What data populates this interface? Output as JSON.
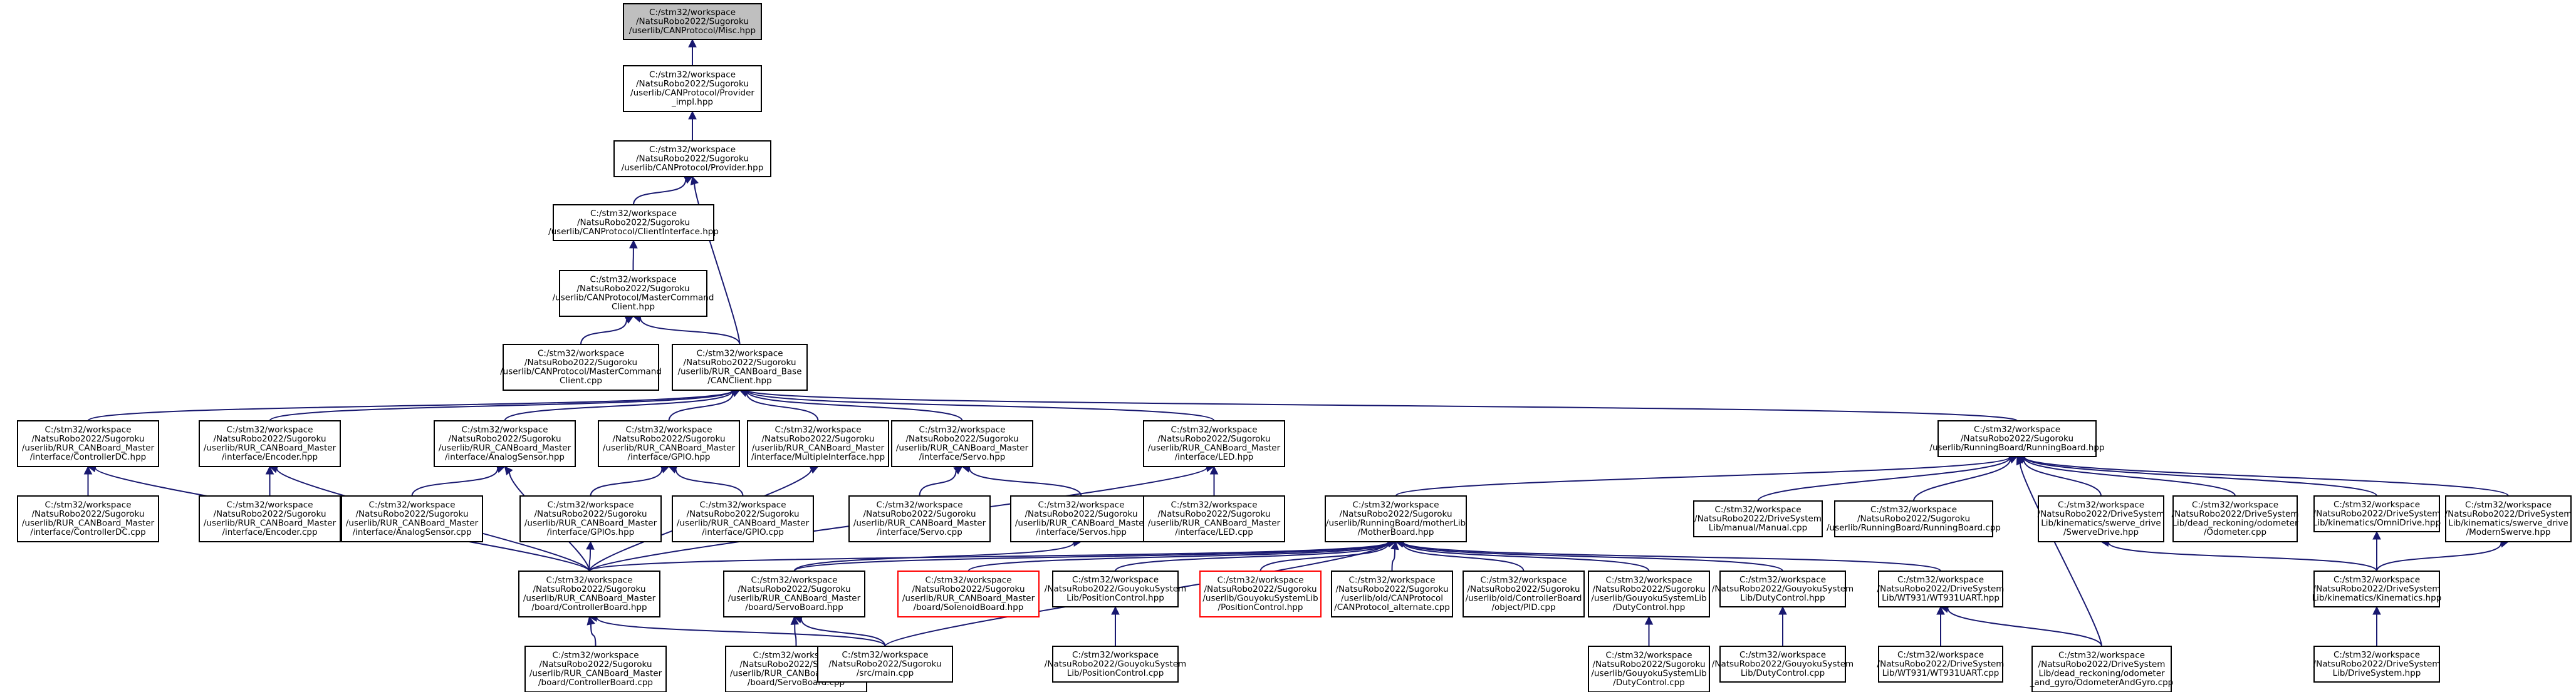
{
  "colors": {
    "edge": "#191970",
    "border_normal": "#000000",
    "border_missing": "#ff0000",
    "fill_root": "#bfbfbf",
    "fill_normal": "#ffffff"
  },
  "nodes": [
    {
      "id": "misc",
      "style": "root",
      "lines": [
        "C:/stm32/workspace",
        "/NatsuRobo2022/Sugoroku",
        "/userlib/CANProtocol/Misc.hpp"
      ]
    },
    {
      "id": "provider_impl",
      "style": "normal",
      "lines": [
        "C:/stm32/workspace",
        "/NatsuRobo2022/Sugoroku",
        "/userlib/CANProtocol/Provider",
        "_impl.hpp"
      ]
    },
    {
      "id": "provider",
      "style": "normal",
      "lines": [
        "C:/stm32/workspace",
        "/NatsuRobo2022/Sugoroku",
        "/userlib/CANProtocol/Provider.hpp"
      ]
    },
    {
      "id": "clientinterface",
      "style": "normal",
      "lines": [
        "C:/stm32/workspace",
        "/NatsuRobo2022/Sugoroku",
        "/userlib/CANProtocol/ClientInterface.hpp"
      ]
    },
    {
      "id": "mastercmd_hpp",
      "style": "normal",
      "lines": [
        "C:/stm32/workspace",
        "/NatsuRobo2022/Sugoroku",
        "/userlib/CANProtocol/MasterCommand",
        "Client.hpp"
      ]
    },
    {
      "id": "mastercmd_cpp",
      "style": "normal",
      "lines": [
        "C:/stm32/workspace",
        "/NatsuRobo2022/Sugoroku",
        "/userlib/CANProtocol/MasterCommand",
        "Client.cpp"
      ]
    },
    {
      "id": "canclient",
      "style": "normal",
      "lines": [
        "C:/stm32/workspace",
        "/NatsuRobo2022/Sugoroku",
        "/userlib/RUR_CANBoard_Base",
        "/CANClient.hpp"
      ]
    },
    {
      "id": "controllerdc_hpp",
      "style": "normal",
      "lines": [
        "C:/stm32/workspace",
        "/NatsuRobo2022/Sugoroku",
        "/userlib/RUR_CANBoard_Master",
        "/interface/ControllerDC.hpp"
      ]
    },
    {
      "id": "encoder_hpp",
      "style": "normal",
      "lines": [
        "C:/stm32/workspace",
        "/NatsuRobo2022/Sugoroku",
        "/userlib/RUR_CANBoard_Master",
        "/interface/Encoder.hpp"
      ]
    },
    {
      "id": "analogsensor_hpp",
      "style": "normal",
      "lines": [
        "C:/stm32/workspace",
        "/NatsuRobo2022/Sugoroku",
        "/userlib/RUR_CANBoard_Master",
        "/interface/AnalogSensor.hpp"
      ]
    },
    {
      "id": "gpio_hpp",
      "style": "normal",
      "lines": [
        "C:/stm32/workspace",
        "/NatsuRobo2022/Sugoroku",
        "/userlib/RUR_CANBoard_Master",
        "/interface/GPIO.hpp"
      ]
    },
    {
      "id": "multiple_hpp",
      "style": "normal",
      "lines": [
        "C:/stm32/workspace",
        "/NatsuRobo2022/Sugoroku",
        "/userlib/RUR_CANBoard_Master",
        "/interface/MultipleInterface.hpp"
      ]
    },
    {
      "id": "servo_hpp",
      "style": "normal",
      "lines": [
        "C:/stm32/workspace",
        "/NatsuRobo2022/Sugoroku",
        "/userlib/RUR_CANBoard_Master",
        "/interface/Servo.hpp"
      ]
    },
    {
      "id": "led_hpp",
      "style": "normal",
      "lines": [
        "C:/stm32/workspace",
        "/NatsuRobo2022/Sugoroku",
        "/userlib/RUR_CANBoard_Master",
        "/interface/LED.hpp"
      ]
    },
    {
      "id": "runningboard_hpp",
      "style": "normal",
      "lines": [
        "C:/stm32/workspace",
        "/NatsuRobo2022/Sugoroku",
        "/userlib/RunningBoard/RunningBoard.hpp"
      ]
    },
    {
      "id": "controllerdc_cpp",
      "style": "normal",
      "lines": [
        "C:/stm32/workspace",
        "/NatsuRobo2022/Sugoroku",
        "/userlib/RUR_CANBoard_Master",
        "/interface/ControllerDC.cpp"
      ]
    },
    {
      "id": "encoder_cpp",
      "style": "normal",
      "lines": [
        "C:/stm32/workspace",
        "/NatsuRobo2022/Sugoroku",
        "/userlib/RUR_CANBoard_Master",
        "/interface/Encoder.cpp"
      ]
    },
    {
      "id": "analogsensor_cpp",
      "style": "normal",
      "lines": [
        "C:/stm32/workspace",
        "/NatsuRobo2022/Sugoroku",
        "/userlib/RUR_CANBoard_Master",
        "/interface/AnalogSensor.cpp"
      ]
    },
    {
      "id": "gpios_hpp",
      "style": "normal",
      "lines": [
        "C:/stm32/workspace",
        "/NatsuRobo2022/Sugoroku",
        "/userlib/RUR_CANBoard_Master",
        "/interface/GPIOs.hpp"
      ]
    },
    {
      "id": "gpio_cpp",
      "style": "normal",
      "lines": [
        "C:/stm32/workspace",
        "/NatsuRobo2022/Sugoroku",
        "/userlib/RUR_CANBoard_Master",
        "/interface/GPIO.cpp"
      ]
    },
    {
      "id": "servo_cpp",
      "style": "normal",
      "lines": [
        "C:/stm32/workspace",
        "/NatsuRobo2022/Sugoroku",
        "/userlib/RUR_CANBoard_Master",
        "/interface/Servo.cpp"
      ]
    },
    {
      "id": "servos_hpp",
      "style": "normal",
      "lines": [
        "C:/stm32/workspace",
        "/NatsuRobo2022/Sugoroku",
        "/userlib/RUR_CANBoard_Master",
        "/interface/Servos.hpp"
      ]
    },
    {
      "id": "led_cpp",
      "style": "normal",
      "lines": [
        "C:/stm32/workspace",
        "/NatsuRobo2022/Sugoroku",
        "/userlib/RUR_CANBoard_Master",
        "/interface/LED.cpp"
      ]
    },
    {
      "id": "motherboard_hpp",
      "style": "normal",
      "lines": [
        "C:/stm32/workspace",
        "/NatsuRobo2022/Sugoroku",
        "/userlib/RunningBoard/motherLib",
        "/MotherBoard.hpp"
      ]
    },
    {
      "id": "manual_cpp",
      "style": "normal",
      "lines": [
        "C:/stm32/workspace",
        "/NatsuRobo2022/DriveSystem",
        "Lib/manual/Manual.cpp"
      ]
    },
    {
      "id": "runningboard_cpp",
      "style": "normal",
      "lines": [
        "C:/stm32/workspace",
        "/NatsuRobo2022/Sugoroku",
        "/userlib/RunningBoard/RunningBoard.cpp"
      ]
    },
    {
      "id": "swervedrive_hpp",
      "style": "normal",
      "lines": [
        "C:/stm32/workspace",
        "/NatsuRobo2022/DriveSystem",
        "Lib/kinematics/swerve_drive",
        "/SwerveDrive.hpp"
      ]
    },
    {
      "id": "odometer_cpp",
      "style": "normal",
      "lines": [
        "C:/stm32/workspace",
        "/NatsuRobo2022/DriveSystem",
        "Lib/dead_reckoning/odometer",
        "/Odometer.cpp"
      ]
    },
    {
      "id": "omnidrive_hpp",
      "style": "normal",
      "lines": [
        "C:/stm32/workspace",
        "/NatsuRobo2022/DriveSystem",
        "Lib/kinematics/OmniDrive.hpp"
      ]
    },
    {
      "id": "modernswerve_hpp",
      "style": "normal",
      "lines": [
        "C:/stm32/workspace",
        "/NatsuRobo2022/DriveSystem",
        "Lib/kinematics/swerve_drive",
        "/ModernSwerve.hpp"
      ]
    },
    {
      "id": "controllerboard_hpp",
      "style": "normal",
      "lines": [
        "C:/stm32/workspace",
        "/NatsuRobo2022/Sugoroku",
        "/userlib/RUR_CANBoard_Master",
        "/board/ControllerBoard.hpp"
      ]
    },
    {
      "id": "servoboard_hpp",
      "style": "normal",
      "lines": [
        "C:/stm32/workspace",
        "/NatsuRobo2022/Sugoroku",
        "/userlib/RUR_CANBoard_Master",
        "/board/ServoBoard.hpp"
      ]
    },
    {
      "id": "solenoidboard_hpp",
      "style": "missing",
      "lines": [
        "C:/stm32/workspace",
        "/NatsuRobo2022/Sugoroku",
        "/userlib/RUR_CANBoard_Master",
        "/board/SolenoidBoard.hpp"
      ]
    },
    {
      "id": "positioncontrol_hpp",
      "style": "normal",
      "lines": [
        "C:/stm32/workspace",
        "/NatsuRobo2022/GouyokuSystem",
        "Lib/PositionControl.hpp"
      ]
    },
    {
      "id": "positioncontrol_hpp_missing",
      "style": "missing",
      "lines": [
        "C:/stm32/workspace",
        "/NatsuRobo2022/Sugoroku",
        "/userlib/GouyokuSystemLib",
        "/PositionControl.hpp"
      ]
    },
    {
      "id": "canprotocol_alternate",
      "style": "normal",
      "lines": [
        "C:/stm32/workspace",
        "/NatsuRobo2022/Sugoroku",
        "/userlib/old/CANProtocol",
        "/CANProtocol_alternate.cpp"
      ]
    },
    {
      "id": "pid_cpp",
      "style": "normal",
      "lines": [
        "C:/stm32/workspace",
        "/NatsuRobo2022/Sugoroku",
        "/userlib/old/ControllerBoard",
        "/object/PID.cpp"
      ]
    },
    {
      "id": "dutycontrol_hpp_sugo",
      "style": "normal",
      "lines": [
        "C:/stm32/workspace",
        "/NatsuRobo2022/Sugoroku",
        "/userlib/GouyokuSystemLib",
        "/DutyControl.hpp"
      ]
    },
    {
      "id": "dutycontrol_hpp",
      "style": "normal",
      "lines": [
        "C:/stm32/workspace",
        "/NatsuRobo2022/GouyokuSystem",
        "Lib/DutyControl.hpp"
      ]
    },
    {
      "id": "wt931uart_hpp",
      "style": "normal",
      "lines": [
        "C:/stm32/workspace",
        "/NatsuRobo2022/DriveSystem",
        "Lib/WT931/WT931UART.hpp"
      ]
    },
    {
      "id": "kinematics_hpp",
      "style": "normal",
      "lines": [
        "C:/stm32/workspace",
        "/NatsuRobo2022/DriveSystem",
        "Lib/kinematics/Kinematics.hpp"
      ]
    },
    {
      "id": "controllerboard_cpp",
      "style": "normal",
      "lines": [
        "C:/stm32/workspace",
        "/NatsuRobo2022/Sugoroku",
        "/userlib/RUR_CANBoard_Master",
        "/board/ControllerBoard.cpp"
      ]
    },
    {
      "id": "servoboard_cpp",
      "style": "normal",
      "lines": [
        "C:/stm32/workspace",
        "/NatsuRobo2022/Sugoroku",
        "/userlib/RUR_CANBoard_Master",
        "/board/ServoBoard.cpp"
      ]
    },
    {
      "id": "main_cpp",
      "style": "normal",
      "lines": [
        "C:/stm32/workspace",
        "/NatsuRobo2022/Sugoroku",
        "/src/main.cpp"
      ]
    },
    {
      "id": "positioncontrol_cpp",
      "style": "normal",
      "lines": [
        "C:/stm32/workspace",
        "/NatsuRobo2022/GouyokuSystem",
        "Lib/PositionControl.cpp"
      ]
    },
    {
      "id": "dutycontrol_cpp_sugo",
      "style": "normal",
      "lines": [
        "C:/stm32/workspace",
        "/NatsuRobo2022/Sugoroku",
        "/userlib/GouyokuSystemLib",
        "/DutyControl.cpp"
      ]
    },
    {
      "id": "dutycontrol_cpp",
      "style": "normal",
      "lines": [
        "C:/stm32/workspace",
        "/NatsuRobo2022/GouyokuSystem",
        "Lib/DutyControl.cpp"
      ]
    },
    {
      "id": "wt931uart_cpp",
      "style": "normal",
      "lines": [
        "C:/stm32/workspace",
        "/NatsuRobo2022/DriveSystem",
        "Lib/WT931/WT931UART.cpp"
      ]
    },
    {
      "id": "odometerandgyro_cpp",
      "style": "normal",
      "lines": [
        "C:/stm32/workspace",
        "/NatsuRobo2022/DriveSystem",
        "Lib/dead_reckoning/odometer",
        "_and_gyro/OdometerAndGyro.cpp"
      ]
    },
    {
      "id": "drivesystem_hpp",
      "style": "normal",
      "lines": [
        "C:/stm32/workspace",
        "/NatsuRobo2022/DriveSystem",
        "Lib/DriveSystem.hpp"
      ]
    }
  ],
  "edges": [
    [
      "provider_impl",
      "misc"
    ],
    [
      "provider",
      "provider_impl"
    ],
    [
      "clientinterface",
      "provider"
    ],
    [
      "canclient",
      "provider"
    ],
    [
      "mastercmd_hpp",
      "clientinterface"
    ],
    [
      "mastercmd_cpp",
      "mastercmd_hpp"
    ],
    [
      "canclient",
      "mastercmd_hpp"
    ],
    [
      "controllerdc_hpp",
      "canclient"
    ],
    [
      "encoder_hpp",
      "canclient"
    ],
    [
      "analogsensor_hpp",
      "canclient"
    ],
    [
      "gpio_hpp",
      "canclient"
    ],
    [
      "multiple_hpp",
      "canclient"
    ],
    [
      "servo_hpp",
      "canclient"
    ],
    [
      "led_hpp",
      "canclient"
    ],
    [
      "runningboard_hpp",
      "canclient"
    ],
    [
      "controllerdc_cpp",
      "controllerdc_hpp"
    ],
    [
      "controllerboard_hpp",
      "controllerdc_hpp"
    ],
    [
      "encoder_cpp",
      "encoder_hpp"
    ],
    [
      "controllerboard_hpp",
      "encoder_hpp"
    ],
    [
      "analogsensor_cpp",
      "analogsensor_hpp"
    ],
    [
      "controllerboard_hpp",
      "analogsensor_hpp"
    ],
    [
      "gpios_hpp",
      "gpio_hpp"
    ],
    [
      "gpio_cpp",
      "gpio_hpp"
    ],
    [
      "controllerboard_hpp",
      "gpios_hpp"
    ],
    [
      "controllerboard_hpp",
      "multiple_hpp"
    ],
    [
      "servo_cpp",
      "servo_hpp"
    ],
    [
      "servos_hpp",
      "servo_hpp"
    ],
    [
      "servoboard_hpp",
      "servos_hpp"
    ],
    [
      "led_cpp",
      "led_hpp"
    ],
    [
      "controllerboard_hpp",
      "led_hpp"
    ],
    [
      "motherboard_hpp",
      "runningboard_hpp"
    ],
    [
      "manual_cpp",
      "runningboard_hpp"
    ],
    [
      "runningboard_cpp",
      "runningboard_hpp"
    ],
    [
      "swervedrive_hpp",
      "runningboard_hpp"
    ],
    [
      "odometer_cpp",
      "runningboard_hpp"
    ],
    [
      "omnidrive_hpp",
      "runningboard_hpp"
    ],
    [
      "modernswerve_hpp",
      "runningboard_hpp"
    ],
    [
      "odometerandgyro_cpp",
      "runningboard_hpp"
    ],
    [
      "controllerboard_hpp",
      "motherboard_hpp"
    ],
    [
      "servoboard_hpp",
      "motherboard_hpp"
    ],
    [
      "solenoidboard_hpp",
      "motherboard_hpp"
    ],
    [
      "positioncontrol_hpp",
      "motherboard_hpp"
    ],
    [
      "positioncontrol_hpp_missing",
      "motherboard_hpp"
    ],
    [
      "canprotocol_alternate",
      "motherboard_hpp"
    ],
    [
      "pid_cpp",
      "motherboard_hpp"
    ],
    [
      "dutycontrol_hpp_sugo",
      "motherboard_hpp"
    ],
    [
      "dutycontrol_hpp",
      "motherboard_hpp"
    ],
    [
      "wt931uart_hpp",
      "motherboard_hpp"
    ],
    [
      "main_cpp",
      "motherboard_hpp"
    ],
    [
      "kinematics_hpp",
      "swervedrive_hpp"
    ],
    [
      "kinematics_hpp",
      "omnidrive_hpp"
    ],
    [
      "kinematics_hpp",
      "modernswerve_hpp"
    ],
    [
      "controllerboard_cpp",
      "controllerboard_hpp"
    ],
    [
      "main_cpp",
      "controllerboard_hpp"
    ],
    [
      "servoboard_cpp",
      "servoboard_hpp"
    ],
    [
      "main_cpp",
      "servoboard_hpp"
    ],
    [
      "positioncontrol_cpp",
      "positioncontrol_hpp"
    ],
    [
      "dutycontrol_cpp_sugo",
      "dutycontrol_hpp_sugo"
    ],
    [
      "dutycontrol_cpp",
      "dutycontrol_hpp"
    ],
    [
      "wt931uart_cpp",
      "wt931uart_hpp"
    ],
    [
      "odometerandgyro_cpp",
      "wt931uart_hpp"
    ],
    [
      "drivesystem_hpp",
      "kinematics_hpp"
    ]
  ]
}
